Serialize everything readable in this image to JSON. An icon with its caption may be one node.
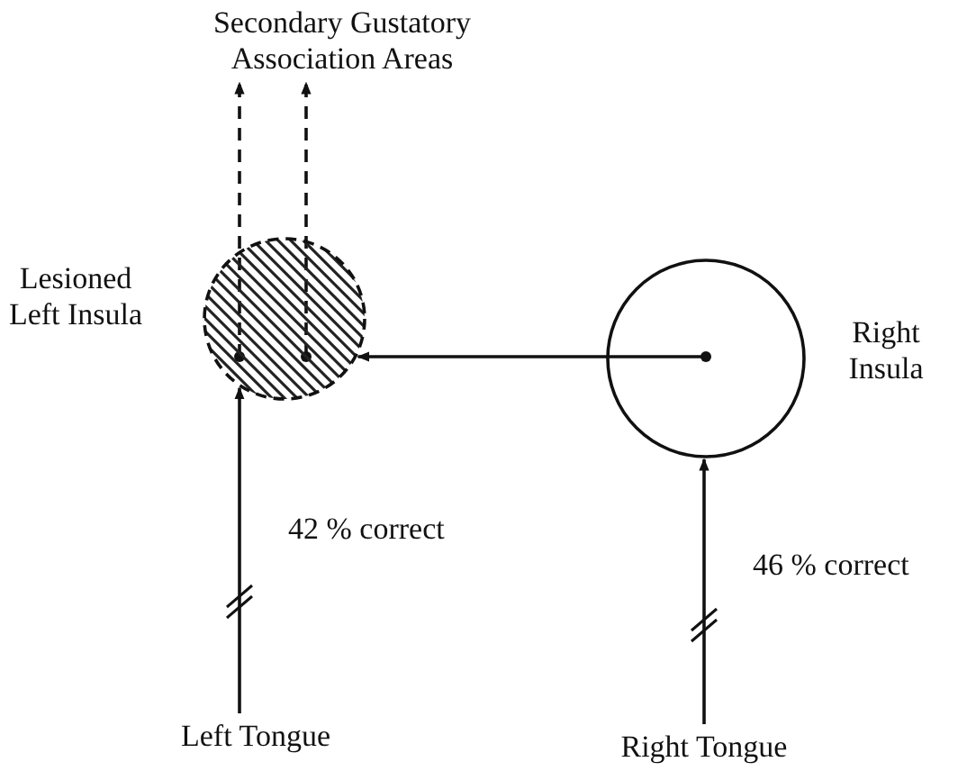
{
  "diagram": {
    "nodes": [
      {
        "text": [
          "Secondary Gustatory Association Areas"
        ]
      },
      {
        "text": [
          "Lesioned Left Insula"
        ]
      },
      {
        "text": [
          "Right Insula"
        ]
      },
      {
        "text": [
          "Left Tongue"
        ]
      },
      {
        "text": [
          "Right Tongue"
        ]
      }
    ],
    "edges": [
      {
        "from": 3,
        "to": 1,
        "arrow": "to",
        "label": "42 % correct"
      },
      {
        "from": 4,
        "to": 2,
        "arrow": "to",
        "label": "46 % correct"
      },
      {
        "from": 2,
        "to": 1,
        "arrow": "to"
      },
      {
        "from": 1,
        "to": 0,
        "arrow": "to",
        "style": "dashed"
      },
      {
        "from": 1,
        "to": 0,
        "arrow": "to",
        "style": "dashed"
      }
    ]
  }
}
